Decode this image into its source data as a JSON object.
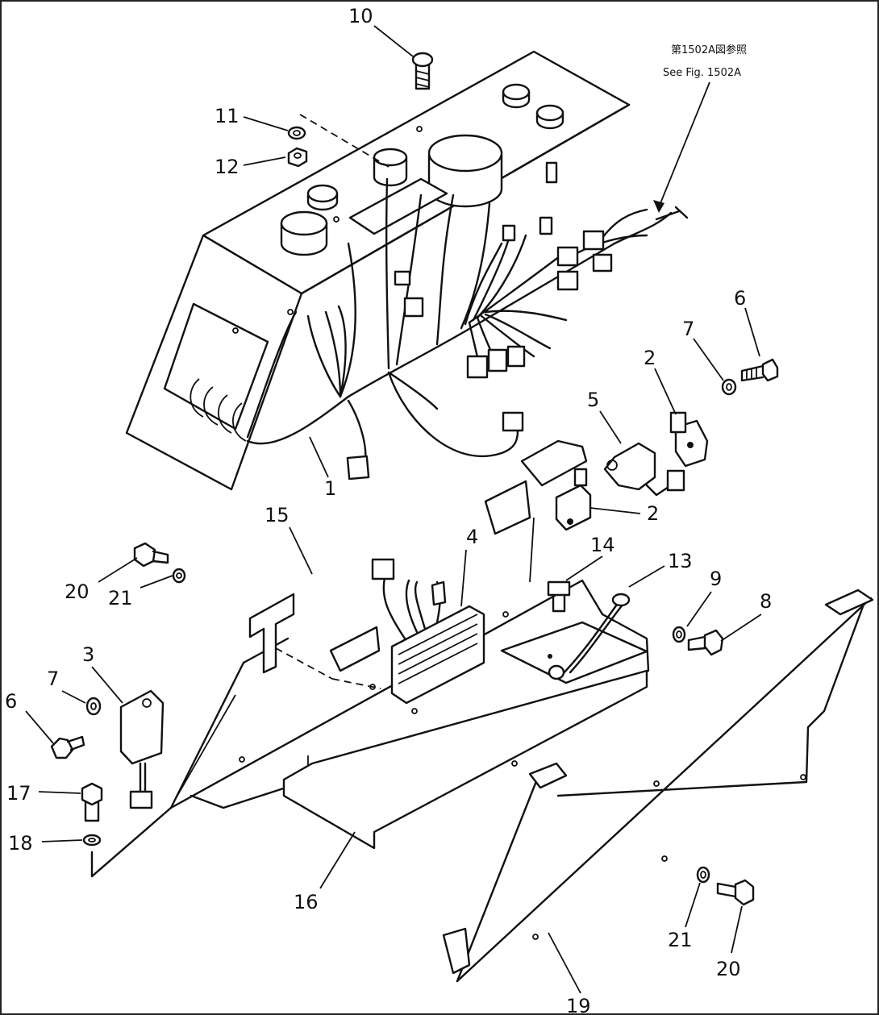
{
  "reference": {
    "japanese": "第1502A図参照",
    "english": "See Fig. 1502A"
  },
  "callouts": [
    "10",
    "11",
    "12",
    "6",
    "7",
    "2",
    "5",
    "1",
    "15",
    "4",
    "2",
    "14",
    "13",
    "9",
    "8",
    "20",
    "21",
    "3",
    "7",
    "6",
    "17",
    "18",
    "16",
    "21",
    "20",
    "19"
  ]
}
